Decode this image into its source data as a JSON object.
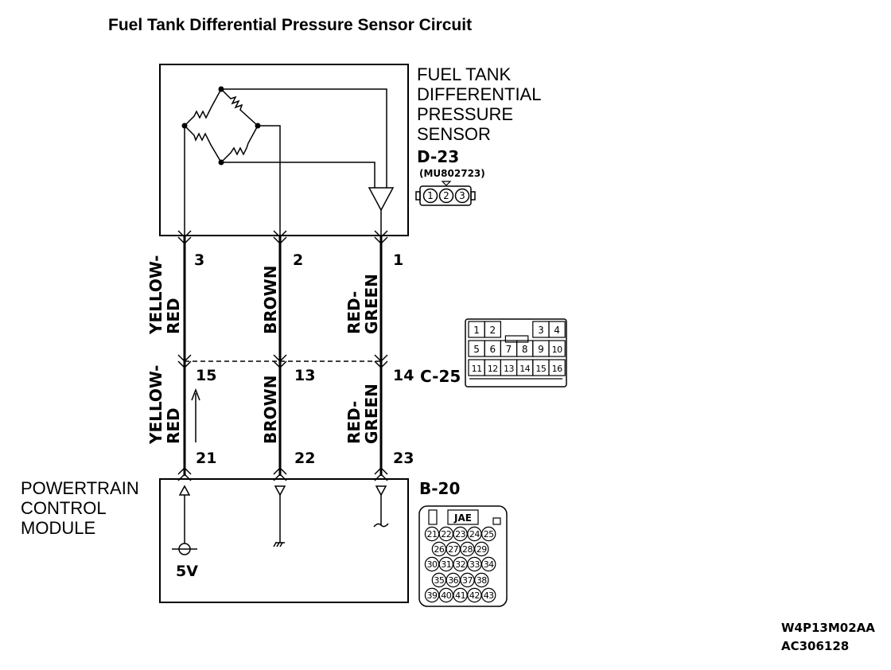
{
  "title": "Fuel Tank Differential Pressure Sensor Circuit",
  "sensor": {
    "label_lines": [
      "FUEL TANK",
      "DIFFERENTIAL",
      "PRESSURE",
      "SENSOR"
    ],
    "connector_id": "D-23",
    "part_number": "(MU802723)",
    "connector_pins": [
      "1",
      "2",
      "3"
    ]
  },
  "wires": [
    {
      "sensor_pin": "3",
      "upper_color_lines": [
        "YELLOW-",
        "RED"
      ],
      "c25_pin": "15",
      "lower_color_lines": [
        "YELLOW-",
        "RED"
      ],
      "pcm_pin": "21"
    },
    {
      "sensor_pin": "2",
      "upper_color_lines": [
        "BROWN"
      ],
      "c25_pin": "13",
      "lower_color_lines": [
        "BROWN"
      ],
      "pcm_pin": "22"
    },
    {
      "sensor_pin": "1",
      "upper_color_lines": [
        "RED-",
        "GREEN"
      ],
      "c25_pin": "14",
      "lower_color_lines": [
        "RED-",
        "GREEN"
      ],
      "pcm_pin": "23"
    }
  ],
  "c25": {
    "id": "C-25",
    "rows": [
      [
        "1",
        "2",
        "",
        "3",
        "4"
      ],
      [
        "5",
        "6",
        "7",
        "8",
        "9",
        "10"
      ],
      [
        "11",
        "12",
        "13",
        "14",
        "15",
        "16"
      ]
    ]
  },
  "pcm": {
    "label_lines": [
      "POWERTRAIN",
      "CONTROL",
      "MODULE"
    ],
    "supply": "5V",
    "connector_id": "B-20",
    "connector_maker": "JAE",
    "connector_rows": [
      [
        "21",
        "22",
        "23",
        "24",
        "25"
      ],
      [
        "26",
        "27",
        "28",
        "29"
      ],
      [
        "30",
        "31",
        "32",
        "33",
        "34"
      ],
      [
        "35",
        "36",
        "37",
        "38"
      ],
      [
        "39",
        "40",
        "41",
        "42",
        "43"
      ]
    ]
  },
  "codes": [
    "W4P13M02AA",
    "AC306128"
  ]
}
